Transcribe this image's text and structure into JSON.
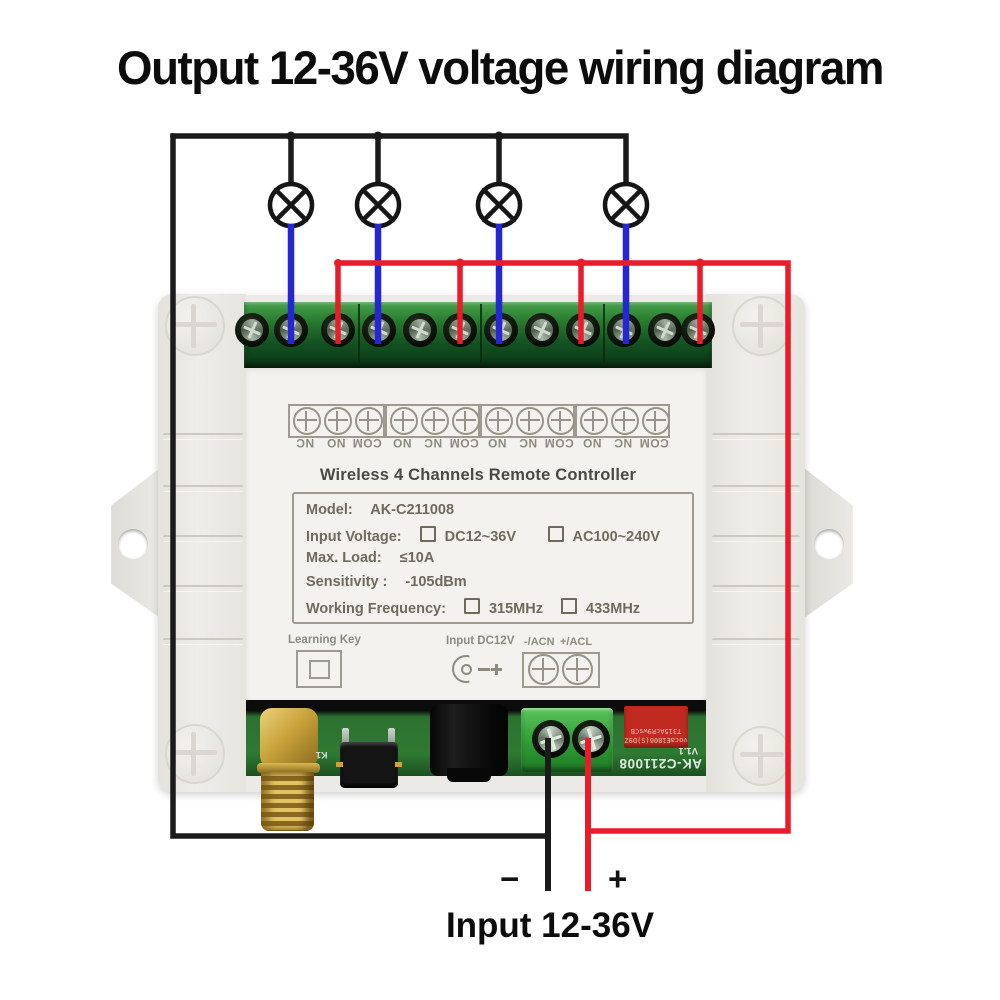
{
  "title": "Output 12-36V voltage wiring diagram",
  "bottom": {
    "minus": "−",
    "plus": "+",
    "label": "Input 12-36V"
  },
  "device": {
    "product_title": "Wireless 4 Channels Remote Controller",
    "print_labels": [
      "NC",
      "NO",
      "COM",
      "NO",
      "NC",
      "COM",
      "NO",
      "NC",
      "COM",
      "NO",
      "NC",
      "COM"
    ],
    "spec": {
      "model_label": "Model:",
      "model_value": "AK-C211008",
      "input_voltage_label": "Input Voltage:",
      "input_voltage_opt1": "DC12~36V",
      "input_voltage_opt2": "AC100~240V",
      "max_load_label": "Max. Load:",
      "max_load_value": "≤10A",
      "sensitivity_label": "Sensitivity :",
      "sensitivity_value": "-105dBm",
      "frequency_label": "Working Frequency:",
      "frequency_opt1": "315MHz",
      "frequency_opt2": "433MHz"
    },
    "learning_key_label": "Learning Key",
    "input_dc_label": "Input DC12V",
    "acn_label": "-/ACN",
    "acl_label": "+/ACL",
    "pcb_silk_model": "AK-C211008",
    "pcb_silk_version": "V1.1",
    "pcb_silk_k1": "K1",
    "relay_line1": "vocaE1806(S)D9Z",
    "relay_line2": "T315AcR9wsCB"
  },
  "colors": {
    "wire_black": "#1b1b1b",
    "wire_blue": "#2626d4",
    "wire_red": "#e91c2b",
    "terminal_green": "#2a7c30",
    "pcb_green": "#2f7a33",
    "antenna_gold": "#c9a33b",
    "relay_red": "#c02a20",
    "case_white": "#ebeae6"
  }
}
